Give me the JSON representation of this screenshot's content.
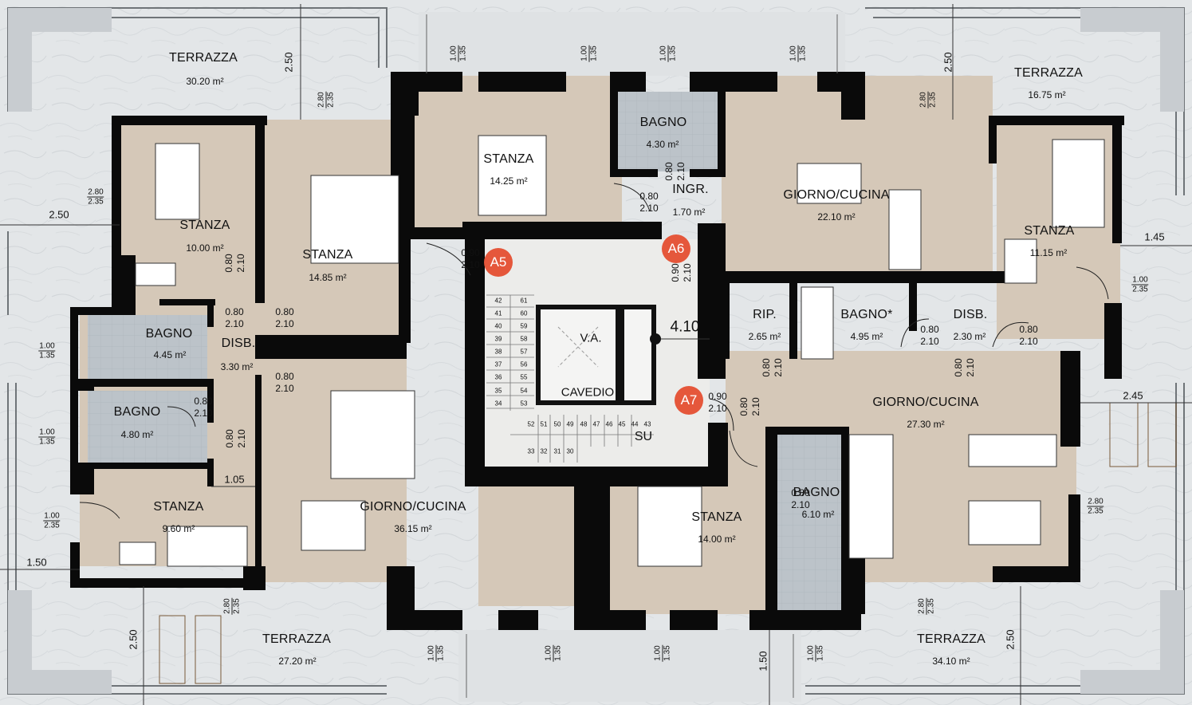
{
  "colors": {
    "wall": "#0a0a0a",
    "floor_beige": "#d5c8b8",
    "floor_stair": "#ececea",
    "terrace": "#e4e7e9",
    "bath_floor": "#bfc6cc",
    "badge": "#e5573b"
  },
  "units": [
    {
      "id": "a5",
      "label": "A5"
    },
    {
      "id": "a6",
      "label": "A6"
    },
    {
      "id": "a7",
      "label": "A7"
    }
  ],
  "rooms": {
    "terrazza_nw": {
      "name": "TERRAZZA",
      "area": "30.20 m²"
    },
    "terrazza_ne": {
      "name": "TERRAZZA",
      "area": "16.75 m²"
    },
    "terrazza_sw": {
      "name": "TERRAZZA",
      "area": "27.20 m²"
    },
    "terrazza_se": {
      "name": "TERRAZZA",
      "area": "34.10 m²"
    },
    "stanza_a5_1": {
      "name": "STANZA",
      "area": "10.00 m²"
    },
    "stanza_a5_2": {
      "name": "STANZA",
      "area": "14.85 m²"
    },
    "stanza_a5_3": {
      "name": "STANZA",
      "area": "9.60 m²"
    },
    "bagno_a5_1": {
      "name": "BAGNO",
      "area": "4.45 m²"
    },
    "bagno_a5_2": {
      "name": "BAGNO",
      "area": "4.80 m²"
    },
    "disb_a5": {
      "name": "DISB.",
      "area": "3.30 m²"
    },
    "giorno_a5": {
      "name": "GIORNO/CUCINA",
      "area": "36.15 m²"
    },
    "stanza_a6_1": {
      "name": "STANZA",
      "area": "14.25 m²"
    },
    "bagno_a6": {
      "name": "BAGNO",
      "area": "4.30 m²"
    },
    "ingr_a6": {
      "name": "INGR.",
      "area": "1.70 m²"
    },
    "giorno_a6": {
      "name": "GIORNO/CUCINA",
      "area": "22.10 m²"
    },
    "stanza_a6_2": {
      "name": "STANZA",
      "area": "11.15 m²"
    },
    "rip_a7": {
      "name": "RIP.",
      "area": "2.65 m²"
    },
    "bagno_a7_1": {
      "name": "BAGNO*",
      "area": "4.95 m²"
    },
    "disb_a7": {
      "name": "DISB.",
      "area": "2.30 m²"
    },
    "giorno_a7": {
      "name": "GIORNO/CUCINA",
      "area": "27.30 m²"
    },
    "stanza_a7": {
      "name": "STANZA",
      "area": "14.00 m²"
    },
    "bagno_a7_2": {
      "name": "BAGNO",
      "area": "6.10 m²"
    }
  },
  "core": {
    "va": "V.A.",
    "cavedio": "CAVEDIO",
    "su": "SU",
    "width": "4.10",
    "steps_left": [
      "42",
      "41",
      "40",
      "39",
      "38",
      "37",
      "36",
      "35",
      "34"
    ],
    "steps_right": [
      "61",
      "60",
      "59",
      "58",
      "57",
      "56",
      "55",
      "54",
      "53"
    ],
    "steps_bottom_row": [
      "52",
      "51",
      "50",
      "49",
      "48",
      "47",
      "46",
      "45",
      "44",
      "43"
    ],
    "steps_lower_row": [
      "33",
      "32",
      "31",
      "30"
    ]
  },
  "dimensions": {
    "d250_nw": "2.50",
    "d250_w": "2.50",
    "d250_ne": "2.50",
    "d250_sw": "2.50",
    "d250_se": "2.50",
    "d145": "1.45",
    "d245": "2.45",
    "d105": "1.05",
    "d150_w": "1.50",
    "d150_s": "1.50"
  },
  "openings": {
    "h_080_210": [
      "0.80",
      "2.10"
    ],
    "h_090_210": [
      "0.90",
      "2.10"
    ],
    "w_100_135": [
      "1.00",
      "1.35"
    ],
    "w_280_235": [
      "2.80",
      "2.35"
    ],
    "w_100_235": [
      "1.00",
      "2.35"
    ]
  }
}
